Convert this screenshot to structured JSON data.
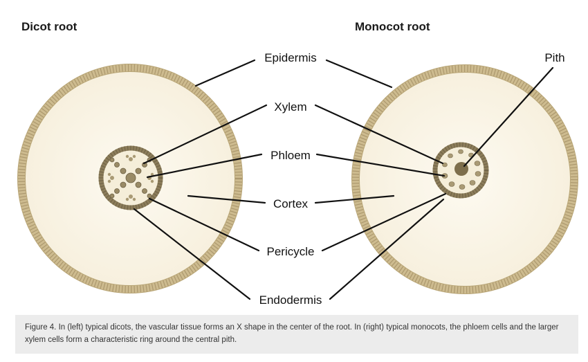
{
  "titles": {
    "dicot": "Dicot root",
    "monocot": "Monocot root"
  },
  "labels": {
    "epidermis": "Epidermis",
    "xylem": "Xylem",
    "phloem": "Phloem",
    "cortex": "Cortex",
    "pericycle": "Pericycle",
    "endodermis": "Endodermis",
    "pith": "Pith"
  },
  "caption": "Figure 4. In (left) typical dicots, the vascular tissue forms an X shape in the center of the root. In (right) typical monocots, the phloem cells and the larger xylem cells form a characteristic ring around the central pith.",
  "colors": {
    "cortex_fill": "#fbf6ea",
    "epidermis": "#cdbb8f",
    "epidermis_dark": "#a8956a",
    "stele": "#8c7d5a",
    "stele_dark": "#6b5f43",
    "leader_line": "#111111",
    "caption_bg": "#ececec"
  }
}
